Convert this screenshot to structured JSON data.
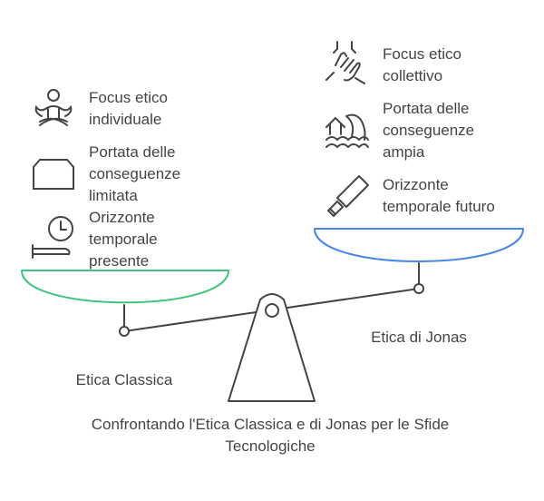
{
  "title": "Confrontando l'Etica Classica e di Jonas per le Sfide Tecnologiche",
  "title_lines": [
    "Confrontando l'Etica Classica e di Jonas per le Sfide",
    "Tecnologiche"
  ],
  "colors": {
    "left_pan": "#3ec47e",
    "right_pan": "#4a86e8",
    "line": "#444444"
  },
  "left": {
    "label": "Etica Classica",
    "items": [
      {
        "icon": "meditation-icon",
        "lines": [
          "Focus etico",
          "individuale"
        ]
      },
      {
        "icon": "rounded-rectangle-icon",
        "lines": [
          "Portata delle",
          "conseguenze",
          "limitata"
        ]
      },
      {
        "icon": "bed-clock-icon",
        "lines": [
          "Orizzonte",
          "temporale",
          "presente"
        ]
      }
    ]
  },
  "right": {
    "label": "Etica di Jonas",
    "items": [
      {
        "icon": "stacked-hands-icon",
        "lines": [
          "Focus etico",
          "collettivo"
        ]
      },
      {
        "icon": "flood-wave-icon",
        "lines": [
          "Portata delle",
          "conseguenze",
          "ampia"
        ]
      },
      {
        "icon": "telescope-icon",
        "lines": [
          "Orizzonte",
          "temporale futuro"
        ]
      }
    ]
  }
}
